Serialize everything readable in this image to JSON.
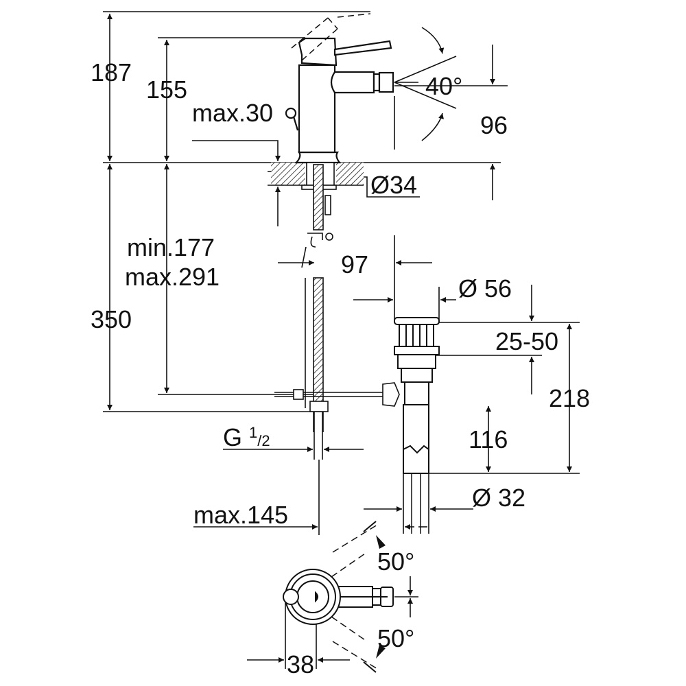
{
  "drawing": {
    "line_color": "#111111",
    "dimensions": {
      "total_height": "187",
      "lever_height": "155",
      "max_deck_thickness": "max.30",
      "spray_angle": "40°",
      "spout_height": "96",
      "hole_diameter": "Ø34",
      "hose_min": "min.177",
      "hose_max": "max.291",
      "below_deck": "350",
      "spout_reach": "97",
      "drain_diameter": "Ø 56",
      "drain_adjust": "25-50",
      "drain_height": "218",
      "connection_g": "G",
      "connection_sup": "1",
      "connection_sub": "/2",
      "tailpipe_length": "116",
      "tailpipe_diameter": "Ø 32",
      "max_offset": "max.145",
      "swivel_angle_top": "50°",
      "swivel_angle_bottom": "50°",
      "lever_offset": "38"
    }
  }
}
